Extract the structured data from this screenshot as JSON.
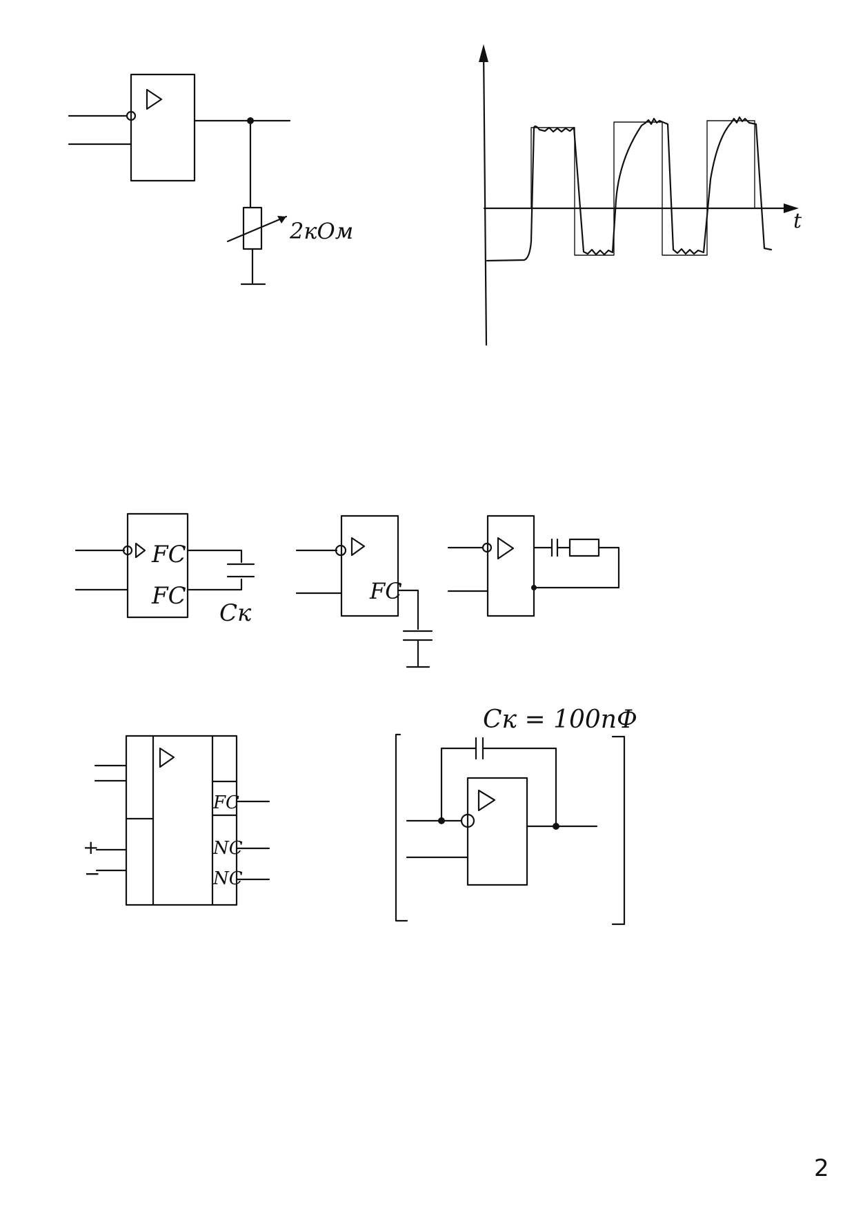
{
  "circuit_1": {
    "resistor_label": "2кОм"
  },
  "waveform": {
    "axis_label": "t"
  },
  "circuit_2": {
    "pin_label_top": "FC",
    "pin_label_bottom": "FC",
    "capacitor_label": "Cк"
  },
  "circuit_3": {
    "pin_label": "FC"
  },
  "circuit_5": {
    "pin_fc": "FC",
    "pin_nc_1": "NC",
    "pin_nc_2": "NC",
    "plus_sign": "+",
    "minus_sign": "−"
  },
  "circuit_6": {
    "capacitor_label": "Cк = 100пФ"
  },
  "page_number": "2"
}
